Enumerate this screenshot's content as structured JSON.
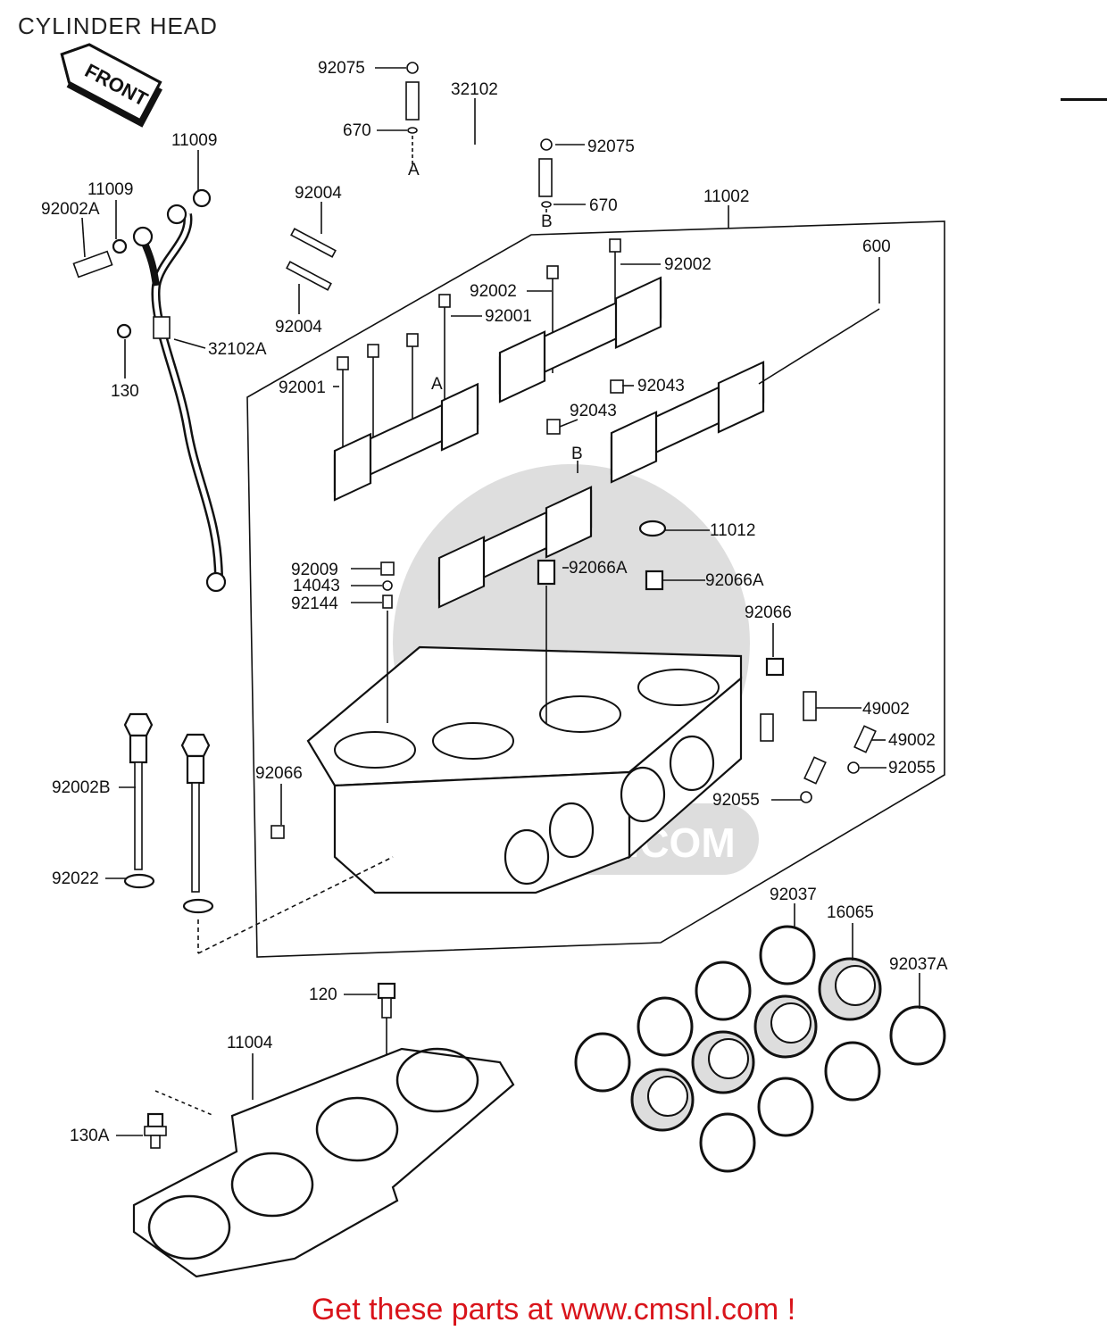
{
  "page": {
    "title": "CYLINDER HEAD",
    "footer_link": "Get these parts at www.cmsnl.com !",
    "front_tag": "FRONT",
    "watermark": "CMSNL.COM"
  },
  "part_labels": {
    "p92075a": "92075",
    "p32102": "32102",
    "p670a": "670",
    "markA1": "A",
    "p92075b": "92075",
    "p670b": "670",
    "markB1": "B",
    "p11009a": "11009",
    "p11009b": "11009",
    "p92002A": "92002A",
    "p92004a": "92004",
    "p92004b": "92004",
    "p11002": "11002",
    "p600": "600",
    "p92002a": "92002",
    "p92002b": "92002",
    "p92001a": "92001",
    "p92001b": "92001",
    "markA2": "A",
    "p32102A": "32102A",
    "p130": "130",
    "p92043a": "92043",
    "p92043b": "92043",
    "markB2": "B",
    "p11012": "11012",
    "p92009": "92009",
    "p14043": "14043",
    "p92144": "92144",
    "p92066Aa": "92066A",
    "p92066Ab": "92066A",
    "p92066a": "92066",
    "p49002a": "49002",
    "p49002b": "49002",
    "p92055a": "92055",
    "p92055b": "92055",
    "p92066b": "92066",
    "p92002B": "92002B",
    "p92022": "92022",
    "p92037": "92037",
    "p16065": "16065",
    "p92037A": "92037A",
    "p120": "120",
    "p11004": "11004",
    "p130A": "130A"
  }
}
